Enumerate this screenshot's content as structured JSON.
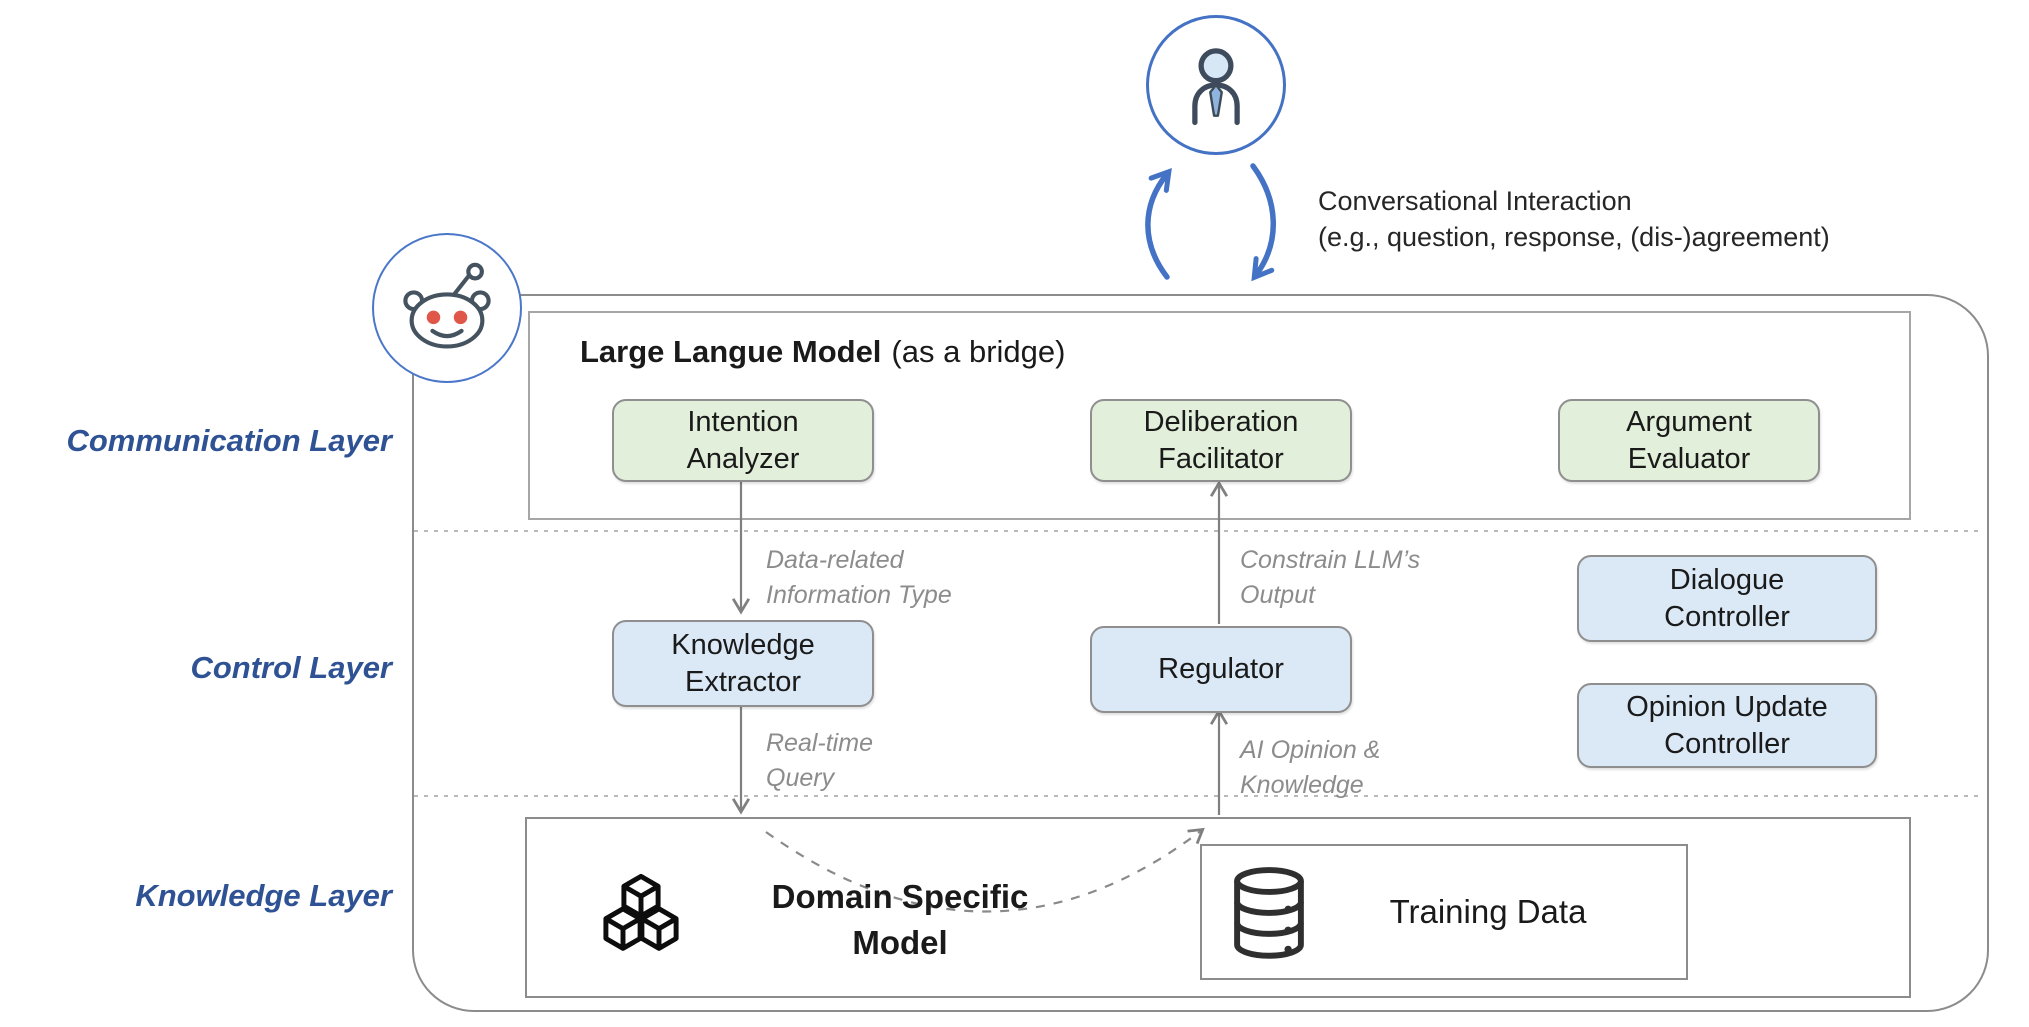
{
  "user_flow": {
    "caption_line1": "Conversational Interaction",
    "caption_line2": "(e.g., question, response, (dis-)agreement)"
  },
  "layer_labels": {
    "communication": "Communication Layer",
    "control": "Control Layer",
    "knowledge": "Knowledge Layer"
  },
  "communication_layer": {
    "title_main": "Large Langue Model",
    "title_note": "(as a bridge)",
    "modules": [
      {
        "line1": "Intention",
        "line2": "Analyzer"
      },
      {
        "line1": "Deliberation",
        "line2": "Facilitator"
      },
      {
        "line1": "Argument",
        "line2": "Evaluator"
      }
    ]
  },
  "control_layer": {
    "knowledge_extractor": {
      "line1": "Knowledge",
      "line2": "Extractor"
    },
    "regulator": "Regulator",
    "dialogue_controller": {
      "line1": "Dialogue",
      "line2": "Controller"
    },
    "opinion_update_controller": {
      "line1": "Opinion Update",
      "line2": "Controller"
    }
  },
  "flow_labels": {
    "data_related": {
      "line1": "Data-related",
      "line2": "Information Type"
    },
    "constrain": {
      "line1": "Constrain LLM’s",
      "line2": "Output"
    },
    "realtime": {
      "line1": "Real-time",
      "line2": "Query"
    },
    "ai_opinion": {
      "line1": "AI Opinion &",
      "line2": "Knowledge"
    }
  },
  "knowledge_layer": {
    "domain_model": {
      "line1": "Domain Specific",
      "line2": "Model"
    },
    "training_data": "Training Data"
  },
  "icons": {
    "user": "user-person-icon",
    "reddit": "reddit-alien-icon",
    "cubes": "cubes-model-icon",
    "database": "database-icon"
  },
  "colors": {
    "accent_blue": "#4472c4",
    "layer_label_blue": "#2e5294",
    "green_module_fill": "#e2efda",
    "blue_module_fill": "#dbe8f6",
    "flow_gray": "#808080",
    "reddit_eye_red": "#e0574a"
  }
}
